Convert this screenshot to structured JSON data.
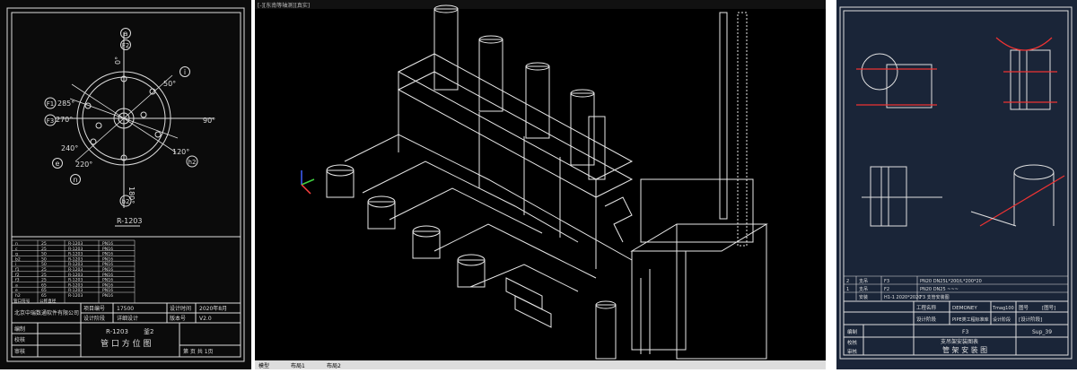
{
  "left_drawing": {
    "angles": {
      "a0": "0°",
      "a50": "50°",
      "a90": "90°",
      "a120": "120°",
      "a180": "180°",
      "a220": "220°",
      "a240": "240°",
      "a270": "270°",
      "a285": "285°"
    },
    "nozzles": {
      "a": "a",
      "f2": "F2",
      "i": "i",
      "h2": "h2",
      "b2": "b2",
      "n": "n",
      "e": "e",
      "f1": "F1",
      "f3": "F3"
    },
    "equipment_tag": "R-1203",
    "nozzle_rows": [
      [
        "n",
        "25",
        "R-1203",
        "PN16"
      ],
      [
        "c",
        "25",
        "R-1203",
        "PN16"
      ],
      [
        "g",
        "50",
        "R-1203",
        "PN16"
      ],
      [
        "b2",
        "50",
        "R-1203",
        "PN16"
      ],
      [
        "i",
        "50",
        "R-1203",
        "PN16"
      ],
      [
        "f1",
        "25",
        "R-1203",
        "PN16"
      ],
      [
        "f2",
        "25",
        "R-1203",
        "PN16"
      ],
      [
        "f3",
        "25",
        "R-1203",
        "PN16"
      ],
      [
        "a",
        "65",
        "R-1203",
        "PN16"
      ],
      [
        "e",
        "65",
        "R-1203",
        "PN16"
      ],
      [
        "h2",
        "65",
        "R-1203",
        "PN16"
      ]
    ],
    "table_header": [
      "管口符号",
      "公称直径",
      "",
      ""
    ],
    "title_block": {
      "company": "北京中瑞数通软件有限公司",
      "project_no_label": "项目编号",
      "project_no": "17500",
      "design_time_label": "设计时间",
      "design_time": "2020年8月",
      "stage_label": "设计阶段",
      "stage": "详细设计",
      "version_label": "版本号",
      "version": "V2.0",
      "tag": "R-1203",
      "sheet_no": "釜2",
      "drawing_name": "管 口 方 位 图",
      "row_labels": [
        "编制",
        "校核",
        "审核"
      ],
      "page_text": "第  页 共 1页"
    }
  },
  "center_viewport": {
    "header": "[-][东南等轴测][真实]",
    "footer_tabs": [
      "模型",
      "布局1",
      "布局2"
    ]
  },
  "right_drawing": {
    "rev_rows": [
      [
        "2",
        "支吊",
        "F3",
        "PN20 DN25L*200/L*200*20"
      ],
      [
        "1",
        "支吊",
        "F2",
        "PN20 DN25 ~~~"
      ],
      [
        "",
        "安装",
        "H1-1 2020*2020",
        "F3 支管安装图"
      ]
    ],
    "title_block": {
      "unit_label": "工程名称",
      "unit": "DEMONEY",
      "item_label": "Tmag100",
      "item": "图号",
      "item2": "[图号]",
      "design_label": "设计阶段",
      "design": "PIPE类工程标准库",
      "phase_label": "设计阶段",
      "phase": "[设计阶段]",
      "f3": "F3",
      "subtitle": "支吊架安装图表",
      "name": "管 架 安 装 图",
      "code": "Sup_39",
      "row_labels": [
        "编制",
        "校核",
        "审核"
      ]
    }
  }
}
